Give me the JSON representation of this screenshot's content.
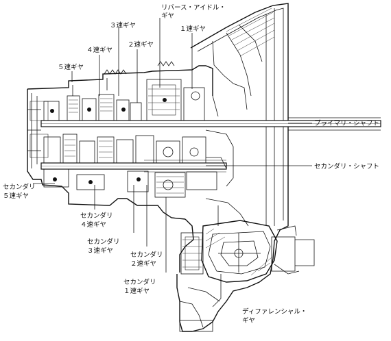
{
  "labels": {
    "reverse_idler_gear": [
      "リバース・アイドル・",
      "ギヤ"
    ],
    "gear_3": "３速ギヤ",
    "gear_1": "１速ギヤ",
    "gear_2": "２速ギヤ",
    "gear_4": "４速ギヤ",
    "gear_5": "５速ギヤ",
    "primary_shaft": "プライマリ・シャフト",
    "secondary_shaft": "セカンダリ・シャフト",
    "secondary_5": [
      "セカンダリ",
      "５速ギヤ"
    ],
    "secondary_4": [
      "セカンダリ",
      "４速ギヤ"
    ],
    "secondary_3": [
      "セカンダリ",
      "３速ギヤ"
    ],
    "secondary_2": [
      "セカンダリ",
      "２速ギヤ"
    ],
    "secondary_1": [
      "セカンダリ",
      "１速ギヤ"
    ],
    "differential_gear": [
      "ディファレンシャル・",
      "ギヤ"
    ]
  }
}
